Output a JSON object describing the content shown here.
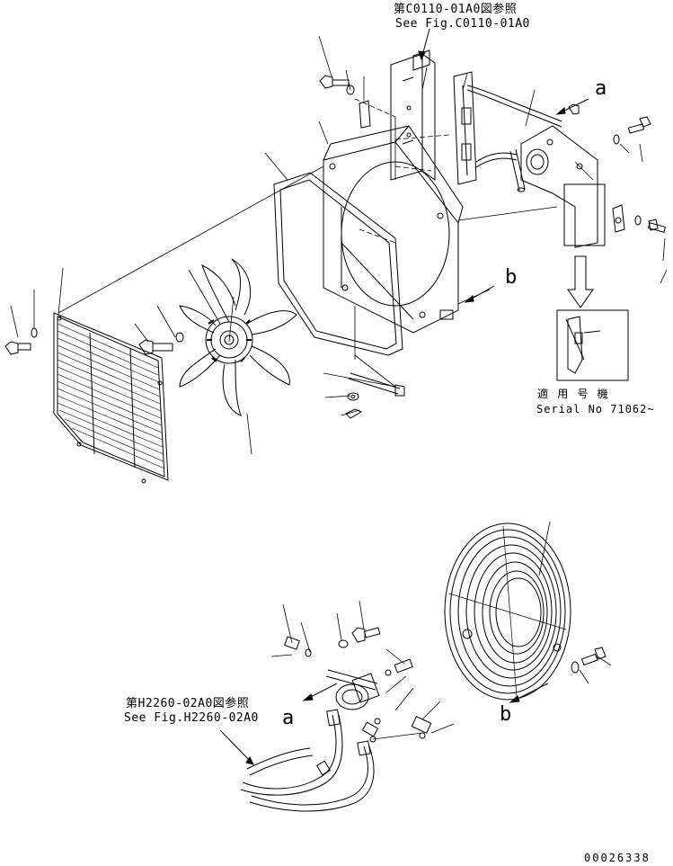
{
  "refs": {
    "top_jp": "第C0110-01A0図参照",
    "top_en": "See Fig.C0110-01A0",
    "bottom_jp": "第H2260-02A0図参照",
    "bottom_en": "See Fig.H2260-02A0"
  },
  "markers": {
    "a_top": "a",
    "b_mid": "b",
    "a_bottom": "a",
    "b_bottom": "b"
  },
  "serial": {
    "title": "適 用 号 機",
    "text": "Serial No 71062~"
  },
  "drawing_number": "00026338",
  "colors": {
    "line": "#000000",
    "background": "#ffffff"
  }
}
